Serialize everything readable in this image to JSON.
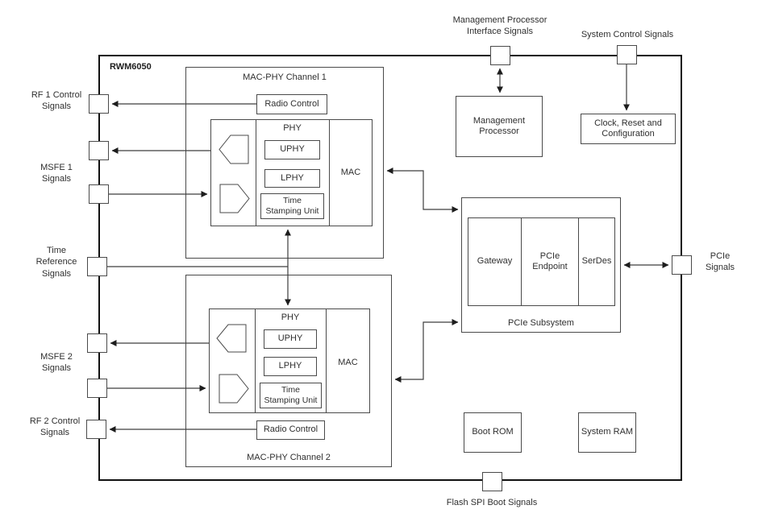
{
  "chip": {
    "name": "RWM6050"
  },
  "ports": {
    "management": "Management Processor\nInterface Signals",
    "system_control": "System Control Signals",
    "rf1": "RF 1 Control\nSignals",
    "msfe1": "MSFE 1\nSignals",
    "time_reference": "Time\nReference\nSignals",
    "msfe2": "MSFE 2\nSignals",
    "rf2": "RF 2 Control\nSignals",
    "pcie": "PCIe\nSignals",
    "flash": "Flash SPI Boot Signals"
  },
  "channel1": {
    "title": "MAC-PHY Channel 1",
    "radio_control": "Radio Control",
    "phy": "PHY",
    "uphy": "UPHY",
    "lphy": "LPHY",
    "time_stamping": "Time\nStamping Unit",
    "mac": "MAC"
  },
  "channel2": {
    "title": "MAC-PHY Channel 2",
    "radio_control": "Radio Control",
    "phy": "PHY",
    "uphy": "UPHY",
    "lphy": "LPHY",
    "time_stamping": "Time\nStamping Unit",
    "mac": "MAC"
  },
  "blocks": {
    "management_processor": "Management\nProcessor",
    "clock_reset": "Clock,  Reset and\nConfiguration",
    "boot_rom": "Boot ROM",
    "system_ram": "System RAM"
  },
  "pcie_subsystem": {
    "title": "PCIe Subsystem",
    "gateway": "Gateway",
    "endpoint": "PCIe\nEndpoint",
    "serdes": "SerDes"
  },
  "colors": {
    "background": "#ffffff",
    "line": "#3d3d3d",
    "chip_border": "#111111",
    "text": "#2f2f2f"
  }
}
